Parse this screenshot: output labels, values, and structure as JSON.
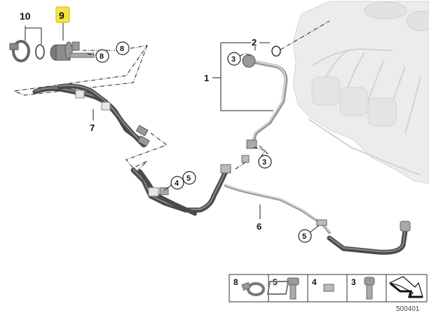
{
  "diagram": {
    "id_label": "500401",
    "highlight_color": "#f2e34a",
    "highlighted_part": "9",
    "part_labels": [
      {
        "id": "1",
        "text": "1"
      },
      {
        "id": "2",
        "text": "2"
      },
      {
        "id": "6",
        "text": "6"
      },
      {
        "id": "7",
        "text": "7"
      },
      {
        "id": "9",
        "text": "9"
      },
      {
        "id": "10",
        "text": "10"
      }
    ],
    "callouts": [
      {
        "id": "c8a",
        "text": "8"
      },
      {
        "id": "c8b",
        "text": "8"
      },
      {
        "id": "c3a",
        "text": "3"
      },
      {
        "id": "c3b",
        "text": "3"
      },
      {
        "id": "c4",
        "text": "4"
      },
      {
        "id": "c5a",
        "text": "5"
      },
      {
        "id": "c5b",
        "text": "5"
      }
    ]
  },
  "legend": {
    "items": [
      {
        "number": "8",
        "icon": "hose-clamp-icon"
      },
      {
        "number": "5",
        "icon": "hex-bolt-icon"
      },
      {
        "number": "4",
        "icon": "clip-nut-icon"
      },
      {
        "number": "3",
        "icon": "socket-screw-icon"
      },
      {
        "number": "",
        "icon": "arrow-icon"
      }
    ]
  }
}
